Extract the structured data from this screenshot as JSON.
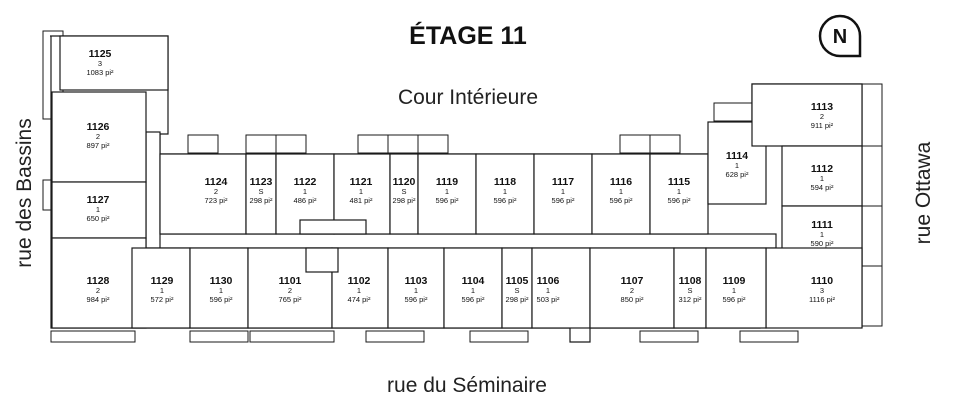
{
  "title": "ÉTAGE 11",
  "compass": {
    "label": "N"
  },
  "courtyard_label": "Cour Intérieure",
  "streets": {
    "south": "rue du Séminaire",
    "west": "rue des Bassins",
    "east": "rue Ottawa"
  },
  "units": [
    {
      "id": "1125",
      "type": "3",
      "area": "1083 pi²"
    },
    {
      "id": "1126",
      "type": "2",
      "area": "897 pi²"
    },
    {
      "id": "1127",
      "type": "1",
      "area": "650 pi²"
    },
    {
      "id": "1128",
      "type": "2",
      "area": "984 pi²"
    },
    {
      "id": "1124",
      "type": "2",
      "area": "723 pi²"
    },
    {
      "id": "1123",
      "type": "S",
      "area": "298 pi²"
    },
    {
      "id": "1122",
      "type": "1",
      "area": "486 pi²"
    },
    {
      "id": "1121",
      "type": "1",
      "area": "481 pi²"
    },
    {
      "id": "1120",
      "type": "S",
      "area": "298 pi²"
    },
    {
      "id": "1119",
      "type": "1",
      "area": "596 pi²"
    },
    {
      "id": "1118",
      "type": "1",
      "area": "596 pi²"
    },
    {
      "id": "1117",
      "type": "1",
      "area": "596 pi²"
    },
    {
      "id": "1116",
      "type": "1",
      "area": "596 pi²"
    },
    {
      "id": "1115",
      "type": "1",
      "area": "596 pi²"
    },
    {
      "id": "1114",
      "type": "1",
      "area": "628 pi²"
    },
    {
      "id": "1113",
      "type": "2",
      "area": "911 pi²"
    },
    {
      "id": "1112",
      "type": "1",
      "area": "594 pi²"
    },
    {
      "id": "1111",
      "type": "1",
      "area": "590 pi²"
    },
    {
      "id": "1110",
      "type": "3",
      "area": "1116 pi²"
    },
    {
      "id": "1129",
      "type": "1",
      "area": "572 pi²"
    },
    {
      "id": "1130",
      "type": "1",
      "area": "596 pi²"
    },
    {
      "id": "1101",
      "type": "2",
      "area": "765 pi²"
    },
    {
      "id": "1102",
      "type": "1",
      "area": "474 pi²"
    },
    {
      "id": "1103",
      "type": "1",
      "area": "596 pi²"
    },
    {
      "id": "1104",
      "type": "1",
      "area": "596 pi²"
    },
    {
      "id": "1105",
      "type": "S",
      "area": "298 pi²"
    },
    {
      "id": "1106",
      "type": "1",
      "area": "503 pi²"
    },
    {
      "id": "1107",
      "type": "2",
      "area": "850 pi²"
    },
    {
      "id": "1108",
      "type": "S",
      "area": "312 pi²"
    },
    {
      "id": "1109",
      "type": "1",
      "area": "596 pi²"
    }
  ]
}
